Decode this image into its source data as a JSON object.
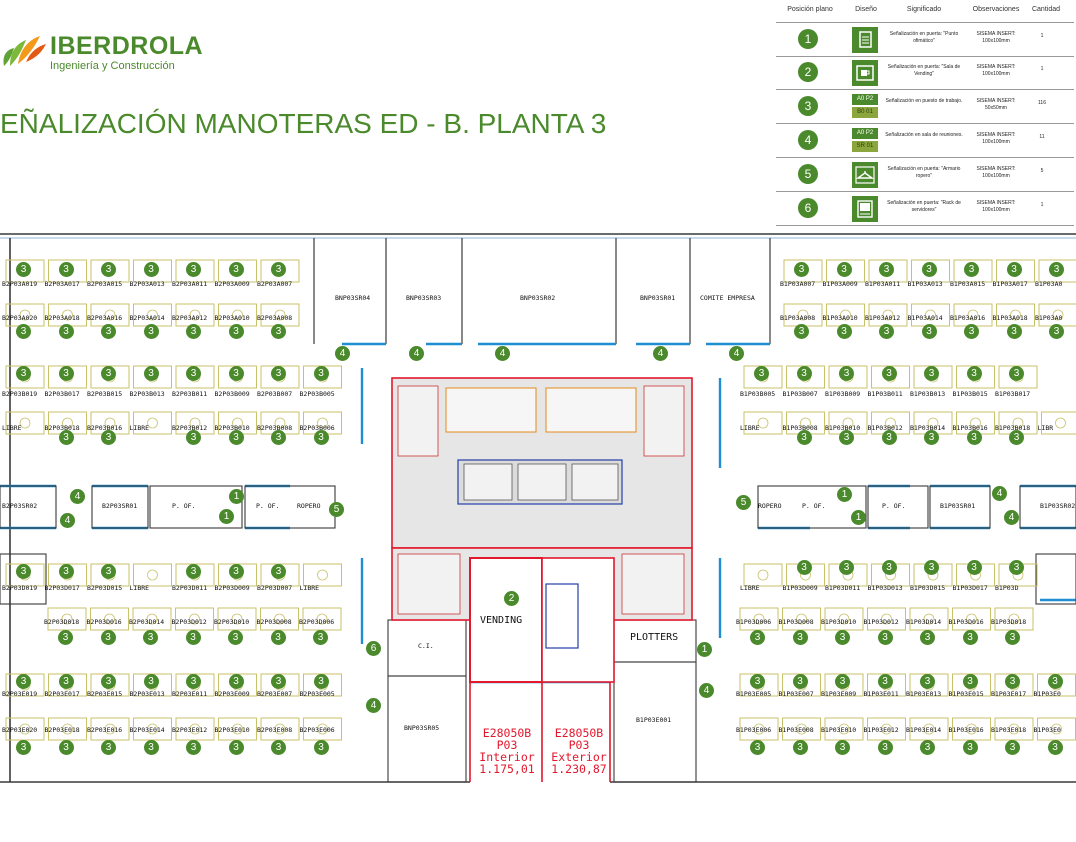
{
  "header": {
    "logo_name": "IBERDROLA",
    "logo_sub": "Ingeniería y Construcción",
    "title": "EÑALIZACIÓN MANOTERAS ED - B. PLANTA 3"
  },
  "legend": {
    "headers": [
      "Posición plano",
      "Diseño",
      "Significado",
      "Observaciones",
      "Cantidad"
    ],
    "rows": [
      {
        "num": "1",
        "design": "doc-icon",
        "sig": "Señalización en puerta: \"Punto ofimático\"",
        "obs": "SISEMA INSERT: 100x100mm",
        "qty": "1"
      },
      {
        "num": "2",
        "design": "cup-icon",
        "sig": "Señalización en puerta: \"Sala de Vending\"",
        "obs": "SISEMA INSERT: 100x100mm",
        "qty": "1"
      },
      {
        "num": "3",
        "design_top": "A0 P2",
        "design_bot": "B0 01",
        "sig": "Señalización en puesto de trabajo.",
        "obs": "SISEMA INSERT: 50x50mm",
        "qty": "116"
      },
      {
        "num": "4",
        "design_top": "A0 P2",
        "design_bot": "SR 01",
        "sig": "Señalización en sala de reuniones.",
        "obs": "SISEMA INSERT: 100x100mm",
        "qty": "11"
      },
      {
        "num": "5",
        "design": "hanger-icon",
        "sig": "Señalización en puerta: \"Armario ropero\"",
        "obs": "SISEMA INSERT: 100x100mm",
        "qty": "5"
      },
      {
        "num": "6",
        "design": "server-icon",
        "sig": "Señalización en puerta: \"Rack de servidores\"",
        "obs": "SISEMA INSERT: 100x100mm",
        "qty": "1"
      }
    ]
  },
  "plan": {
    "rooms": {
      "sr04": "BNP03SR04",
      "sr03": "BNP03SR03",
      "sr02": "BNP03SR02",
      "sr01": "BNP03SR01",
      "comite": "COMITE EMPRESA",
      "sr05": "BNP03SR05",
      "b2sr02": "B2P03SR02",
      "b2sr01": "B2P03SR01",
      "b1sr01": "B1P03SR01",
      "b1sr02": "B1P03SR02",
      "pof": "P. OF.",
      "ropero": "ROPERO",
      "ci": "C.I.",
      "vending": "VENDING",
      "plotters": "PLOTTERS",
      "b1e001": "B1P03E001",
      "libre": "LIBRE"
    },
    "desks_left": {
      "rowA_top": [
        "B2P03A019",
        "B2P03A017",
        "B2P03A015",
        "B2P03A013",
        "B2P03A011",
        "B2P03A009",
        "B2P03A007"
      ],
      "rowA_bot": [
        "B2P03A020",
        "B2P03A018",
        "B2P03A016",
        "B2P03A014",
        "B2P03A012",
        "B2P03A010",
        "B2P03A008"
      ],
      "rowB_top": [
        "B2P03B019",
        "B2P03B017",
        "B2P03B015",
        "B2P03B013",
        "B2P03B011",
        "B2P03B009",
        "B2P03B007",
        "B2P03B005"
      ],
      "rowB_bot": [
        "LIBRE",
        "B2P03B018",
        "B2P03B016",
        "LIBRE",
        "B2P03B012",
        "B2P03B010",
        "B2P03B008",
        "B2P03B006"
      ],
      "rowD_top": [
        "B2P03D019",
        "B2P03D017",
        "B2P03D015",
        "LIBRE",
        "B2P03D011",
        "B2P03D009",
        "B2P03D007",
        "LIBRE"
      ],
      "rowD_bot": [
        "B2P03D018",
        "B2P03D016",
        "B2P03D014",
        "B2P03D012",
        "B2P03D010",
        "B2P03D008",
        "B2P03D006"
      ],
      "rowE_top": [
        "B2P03E019",
        "B2P03E017",
        "B2P03E015",
        "B2P03E013",
        "B2P03E011",
        "B2P03E009",
        "B2P03E007",
        "B2P03E005"
      ],
      "rowE_bot": [
        "B2P03E020",
        "B2P03E018",
        "B2P03E016",
        "B2P03E014",
        "B2P03E012",
        "B2P03E010",
        "B2P03E008",
        "B2P03E006"
      ]
    },
    "desks_right": {
      "rowA_top": [
        "B1P03A007",
        "B1P03A009",
        "B1P03A011",
        "B1P03A013",
        "B1P03A015",
        "B1P03A017",
        "B1P03A0"
      ],
      "rowA_bot": [
        "B1P03A008",
        "B1P03A010",
        "B1P03A012",
        "B1P03A014",
        "B1P03A016",
        "B1P03A018",
        "B1P03A0"
      ],
      "rowB_top": [
        "B1P03B005",
        "B1P03B007",
        "B1P03B009",
        "B1P03B011",
        "B1P03B013",
        "B1P03B015",
        "B1P03B017"
      ],
      "rowB_bot": [
        "LIBRE",
        "B1P03B008",
        "B1P03B010",
        "B1P03B012",
        "B1P03B014",
        "B1P03B016",
        "B1P03B018",
        "LIBR"
      ],
      "rowD_top": [
        "LIBRE",
        "B1P03D009",
        "B1P03D011",
        "B1P03D013",
        "B1P03D015",
        "B1P03D017",
        "B1P03D"
      ],
      "rowD_bot": [
        "B1P03D006",
        "B1P03D008",
        "B1P03D010",
        "B1P03D012",
        "B1P03D014",
        "B1P03D016",
        "B1P03D018"
      ],
      "rowE_top": [
        "B1P03E005",
        "B1P03E007",
        "B1P03E009",
        "B1P03E011",
        "B1P03E013",
        "B1P03E015",
        "B1P03E017",
        "B1P03E0"
      ],
      "rowE_bot": [
        "B1P03E006",
        "B1P03E008",
        "B1P03E010",
        "B1P03E012",
        "B1P03E014",
        "B1P03E016",
        "B1P03E018",
        "B1P03E0"
      ]
    },
    "info_interior": [
      "E28050B",
      "P03",
      "Interior",
      "1.175,01"
    ],
    "info_exterior": [
      "E28050B",
      "P03",
      "Exterior",
      "1.230,87"
    ]
  },
  "colors": {
    "brand": "#4b8a2c",
    "desk": "#c8c26a",
    "wall": "#3a3a3a",
    "core": "#e3182d",
    "glass": "#1f8fd1"
  }
}
